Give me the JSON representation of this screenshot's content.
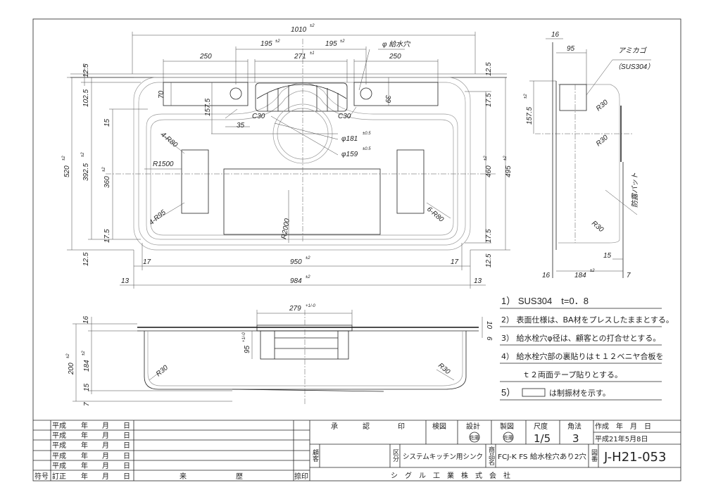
{
  "top_view": {
    "dims": {
      "overall_width": "1010",
      "overall_width_tol": "±2",
      "faucet_left": "195",
      "faucet_right": "195",
      "faucet_tol": "±2",
      "deck_left": "250",
      "deck_right": "250",
      "basket_width": "271",
      "basket_tol": "±1",
      "faucet_hole": "φ 給水穴",
      "dim_70": "70",
      "dim_39": "39",
      "dim_157_5": "157.5",
      "c30_left": "C30",
      "c30_right": "C30",
      "dim_35": "35",
      "drain_181": "φ181",
      "drain_181_tol": "±0.5",
      "drain_159": "φ159",
      "drain_159_tol": "±0.5",
      "r80_top": "4-R80",
      "r1500": "R1500",
      "r95": "4-R95",
      "r2000": "R2000",
      "r80_right": "6-R80",
      "left_12_5_top": "12.5",
      "left_102_5": "102.5",
      "left_15": "15",
      "left_520": "520",
      "left_520_tol": "±2",
      "left_392_5": "392.5",
      "left_392_5_tol": "±2",
      "left_360": "360",
      "left_360_tol": "±2",
      "left_17_5": "17.5",
      "left_12_5_bot": "12.5",
      "right_12_5_top": "12.5",
      "right_17_5_top": "17.5",
      "right_460": "460",
      "right_460_tol": "±2",
      "right_495": "495",
      "right_495_tol": "±2",
      "right_17_5_bot": "17.5",
      "right_12_5_bot": "12.5",
      "bottom_17_left": "17",
      "bottom_950": "950",
      "bottom_950_tol": "±2",
      "bottom_17_right": "17",
      "bottom_13_left": "13",
      "bottom_984": "984",
      "bottom_984_tol": "±2",
      "bottom_13_right": "13"
    }
  },
  "front_view": {
    "dims": {
      "basket_279": "279",
      "basket_279_tol": "+1/-0",
      "dim_16": "16",
      "dim_200": "200",
      "dim_200_tol": "±2",
      "dim_184": "184",
      "dim_184_tol": "±2",
      "dim_95": "95",
      "dim_95_tol": "+1/-0",
      "dim_15": "15",
      "dim_7": "7",
      "r30_left": "R30",
      "r30_right": "R30",
      "right_10": "10",
      "right_6": "6"
    }
  },
  "side_view": {
    "dims": {
      "top_16": "16",
      "dim_95": "95",
      "basket_label": "アミカゴ",
      "basket_material": "（SUS304）",
      "dim_157_5": "157.5",
      "dim_157_5_tol": "±2",
      "r30_a": "R30",
      "r30_b": "R30",
      "r30_c": "R30",
      "pad_label": "防露パット",
      "dim_15": "15",
      "bottom_16": "16",
      "dim_184": "184",
      "dim_184_tol": "±2",
      "dim_7": "7"
    }
  },
  "notes": [
    "1） SUS304　t=0．8",
    "2） 表面仕様は、BA材をプレスしたままとする。",
    "3） 給水栓穴φ径は、顧客との打合せとする。",
    "4） 給水栓穴部の裏貼りはｔ１２ベニヤ合板を",
    "ｔ２両面テープ貼りとする。",
    "5）",
    "は制振材を示す。"
  ],
  "revision_block": {
    "rows": [
      {
        "era": "平成",
        "year": "年",
        "month": "月",
        "day": "日"
      },
      {
        "era": "平成",
        "year": "年",
        "month": "月",
        "day": "日"
      },
      {
        "era": "平成",
        "year": "年",
        "month": "月",
        "day": "日"
      },
      {
        "era": "平成",
        "year": "年",
        "month": "月",
        "day": "日"
      },
      {
        "era": "平成",
        "year": "年",
        "month": "月",
        "day": "日"
      }
    ],
    "header": {
      "symbol": "符号",
      "correction": "訂正",
      "year": "年",
      "month": "月",
      "day": "日",
      "history_1": "来",
      "history_2": "歴",
      "seal": "捺印"
    }
  },
  "title_block": {
    "approval_1": "承",
    "approval_2": "認",
    "approval_3": "印",
    "check": "検図",
    "design": "設計",
    "drawing": "製図",
    "design_stamp": "佐藤",
    "drawing_stamp": "佐藤",
    "scale_label": "尺度",
    "scale": "1/5",
    "projection_label": "角法",
    "projection": "3",
    "created_label": "作成　年　月　日",
    "created_date": "平成21年5月8日",
    "customer_label": "顧客",
    "category_label": "区分",
    "category": "システムキッチン用シンク",
    "product_label": "商品名",
    "product": "FCJ-K FS 給水栓穴あり2穴",
    "drawing_no_label": "図番",
    "drawing_no": "J-H21-053",
    "company": "シ　グ　ル　工　業　株　式　会　社"
  }
}
